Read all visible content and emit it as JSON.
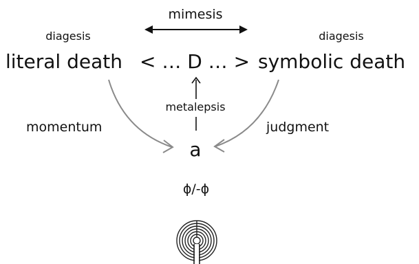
{
  "diagram": {
    "top_label": "mimesis",
    "left_caption": "diagesis",
    "right_caption": "diagesis",
    "main_line": {
      "left_term": "literal death",
      "middle": "< … D … >",
      "right_term": "symbolic death"
    },
    "center_label": "metalepsis",
    "left_flow_label": "momentum",
    "right_flow_label": "judgment",
    "target_node": "a",
    "phi_expression": "ϕ/-ϕ"
  },
  "icons": {
    "top_arrow": "double-headed-arrow",
    "emblem": "labyrinth-icon"
  },
  "colors": {
    "text": "#111111",
    "arrow_gray": "#8a8a8a",
    "line": "#111111"
  }
}
